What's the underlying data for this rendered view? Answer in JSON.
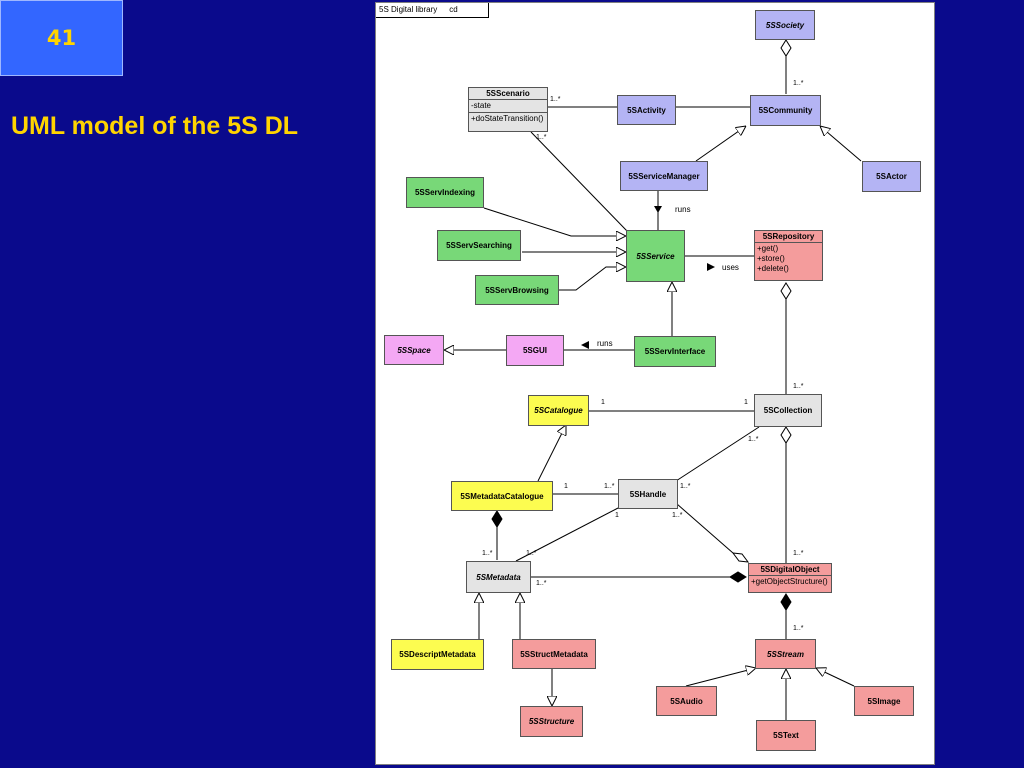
{
  "slide": {
    "number": "41",
    "title": "UML model of the 5S DL"
  },
  "diagram": {
    "frame_name": "5S Digital library",
    "frame_kind": "cd",
    "classes": {
      "society": "5SSociety",
      "scenario": {
        "name": "5SScenario",
        "attribute": "-state",
        "operation": "+doStateTransition()"
      },
      "activity": "5SActivity",
      "community": "5SCommunity",
      "service_manager": "5SServiceManager",
      "actor": "5SActor",
      "serv_indexing": "5SServIndexing",
      "serv_searching": "5SServSearching",
      "service": "5SService",
      "serv_browsing": "5SServBrowsing",
      "repository": {
        "name": "5SRepository",
        "operations": [
          "+get()",
          "+store()",
          "+delete()"
        ]
      },
      "space": "5SSpace",
      "gui": "5SGUI",
      "serv_interface": "5SServInterface",
      "catalogue": "5SCatalogue",
      "collection": "5SCollection",
      "metadata_catalogue": "5SMetadataCatalogue",
      "handle": "5SHandle",
      "metadata": "5SMetadata",
      "digital_object": {
        "name": "5SDigitalObject",
        "operation": "+getObjectStructure()"
      },
      "descript_metadata": "5SDescriptMetadata",
      "struct_metadata": "5SStructMetadata",
      "stream": "5SStream",
      "structure": "5SStructure",
      "audio": "5SAudio",
      "image": "5SImage",
      "text": "5SText"
    },
    "labels": {
      "runs_manager": "runs",
      "uses": "uses",
      "runs_gui": "runs"
    },
    "multiplicities": {
      "society_community": "1..*",
      "scenario_activity": "1..*",
      "scenario_service": "1..*",
      "repository_collection": "1..*",
      "catalogue_side": "1",
      "collection_side": "1",
      "collection_handle": "1..*",
      "metacat_handle_1": "1",
      "metacat_handle_n": "1..*",
      "handle_right": "1..*",
      "handle_bottom": "1",
      "handle_do": "1..*",
      "metacat_metadata": "1..*",
      "metadata_handle": "1..*",
      "metadata_do": "1..*",
      "collection_do": "1..*",
      "do_stream": "1..*"
    }
  }
}
